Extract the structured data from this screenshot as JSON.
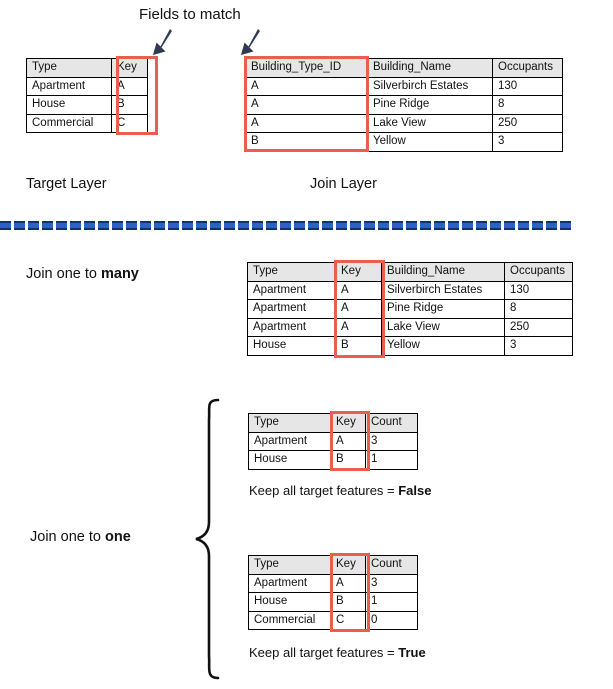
{
  "title_note": "Fields to match",
  "labels": {
    "fields_to_match": "Fields to match",
    "target_layer": "Target Layer",
    "join_layer": "Join Layer",
    "join_one_to_many_prefix": "Join one to ",
    "join_one_to_many_emphasis": "many",
    "join_one_to_one_prefix": "Join one to ",
    "join_one_to_one_emphasis": "one",
    "keep_false_prefix": "Keep all target features = ",
    "keep_false_emphasis": "False",
    "keep_true_prefix": "Keep all target features = ",
    "keep_true_emphasis": "True"
  },
  "colors": {
    "highlight": "#e8604c",
    "header_fill": "#e6e6e6",
    "arrow": "#2f3b52",
    "divider_fill": "#2a63c6",
    "divider_edge": "#10307a",
    "border": "#000000"
  },
  "target_table": {
    "name": "Target Layer",
    "columns": [
      "Type",
      "Key"
    ],
    "rows": [
      [
        "Apartment",
        "A"
      ],
      [
        "House",
        "B"
      ],
      [
        "Commercial",
        "C"
      ]
    ],
    "highlighted_column": "Key"
  },
  "join_table": {
    "name": "Join Layer",
    "columns": [
      "Building_Type_ID",
      "Building_Name",
      "Occupants"
    ],
    "rows": [
      [
        "A",
        "Silverbirch Estates",
        "130"
      ],
      [
        "A",
        "Pine Ridge",
        "8"
      ],
      [
        "A",
        "Lake View",
        "250"
      ],
      [
        "B",
        "Yellow",
        "3"
      ]
    ],
    "highlighted_column": "Building_Type_ID"
  },
  "one_to_many_table": {
    "columns": [
      "Type",
      "Key",
      "Building_Name",
      "Occupants"
    ],
    "rows": [
      [
        "Apartment",
        "A",
        "Silverbirch Estates",
        "130"
      ],
      [
        "Apartment",
        "A",
        "Pine Ridge",
        "8"
      ],
      [
        "Apartment",
        "A",
        "Lake View",
        "250"
      ],
      [
        "House",
        "B",
        "Yellow",
        "3"
      ]
    ],
    "highlighted_column": "Key"
  },
  "one_to_one_false_table": {
    "columns": [
      "Type",
      "Key",
      "Count"
    ],
    "rows": [
      [
        "Apartment",
        "A",
        "3"
      ],
      [
        "House",
        "B",
        "1"
      ]
    ],
    "highlighted_column": "Key",
    "caption_prefix": "Keep all target features = ",
    "caption_emphasis": "False"
  },
  "one_to_one_true_table": {
    "columns": [
      "Type",
      "Key",
      "Count"
    ],
    "rows": [
      [
        "Apartment",
        "A",
        "3"
      ],
      [
        "House",
        "B",
        "1"
      ],
      [
        "Commercial",
        "C",
        "0"
      ]
    ],
    "highlighted_column": "Key",
    "caption_prefix": "Keep all target features = ",
    "caption_emphasis": "True"
  },
  "arrows": [
    {
      "name": "arrow-to-target-key",
      "points_to": "Key"
    },
    {
      "name": "arrow-to-join-key",
      "points_to": "Building_Type_ID"
    }
  ],
  "divider": {
    "dash_count": 41
  },
  "brace": {
    "label": "Join one to one"
  }
}
